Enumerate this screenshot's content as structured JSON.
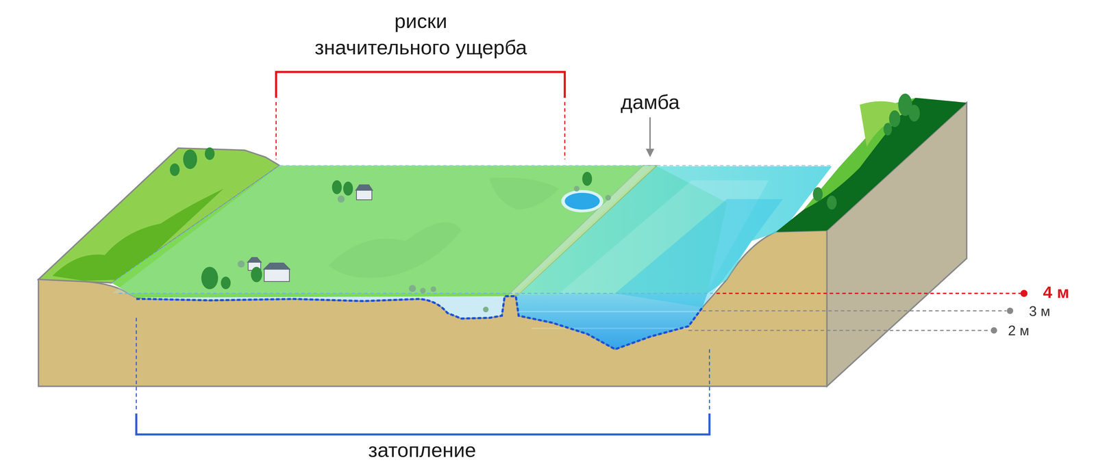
{
  "diagram": {
    "labels": [
      "риски значительного ущерба",
      "дамба",
      "затопление",
      "4 м",
      "3 м",
      "2 м"
    ]
  }
}
